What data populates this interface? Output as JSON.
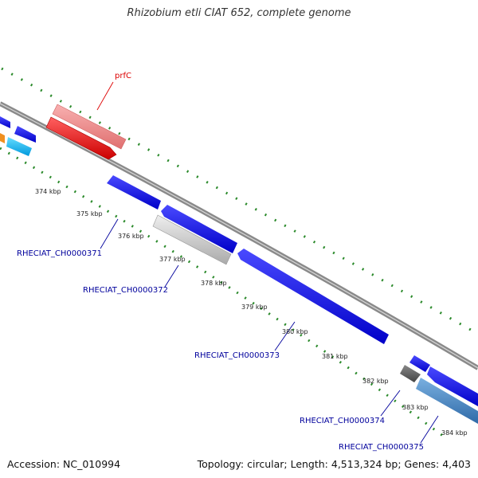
{
  "title": "Rhizobium etli CIAT 652, complete genome",
  "footer": {
    "accession": "Accession: NC_010994",
    "summary": "Topology: circular; Length: 4,513,324 bp; Genes: 4,403"
  },
  "colors": {
    "backbone": "#8a8a8a",
    "tick": "#2b8a2b",
    "forward_gene": "#ff0000",
    "forward_gene_light": "#f08888",
    "reverse_gene": "#0000ff",
    "cyan_gene": "#22aaee",
    "orange_gene": "#f09020",
    "grey_gene": "#c8c8c8",
    "dark_grey_gene": "#666666",
    "steel_gene": "#4a86c0",
    "label_forward": "#dd0000",
    "label_reverse": "#00009c"
  },
  "axis_ticks": [
    "374 kbp",
    "375 kbp",
    "376 kbp",
    "377 kbp",
    "378 kbp",
    "379 kbp",
    "380 kbp",
    "381 kbp",
    "382 kbp",
    "383 kbp",
    "384 kbp"
  ],
  "gene_labels": {
    "prfC": "prfC",
    "ch371": "RHECIAT_CH0000371",
    "ch372": "RHECIAT_CH0000372",
    "ch373": "RHECIAT_CH0000373",
    "ch374": "RHECIAT_CH0000374",
    "ch375": "RHECIAT_CH0000375"
  }
}
